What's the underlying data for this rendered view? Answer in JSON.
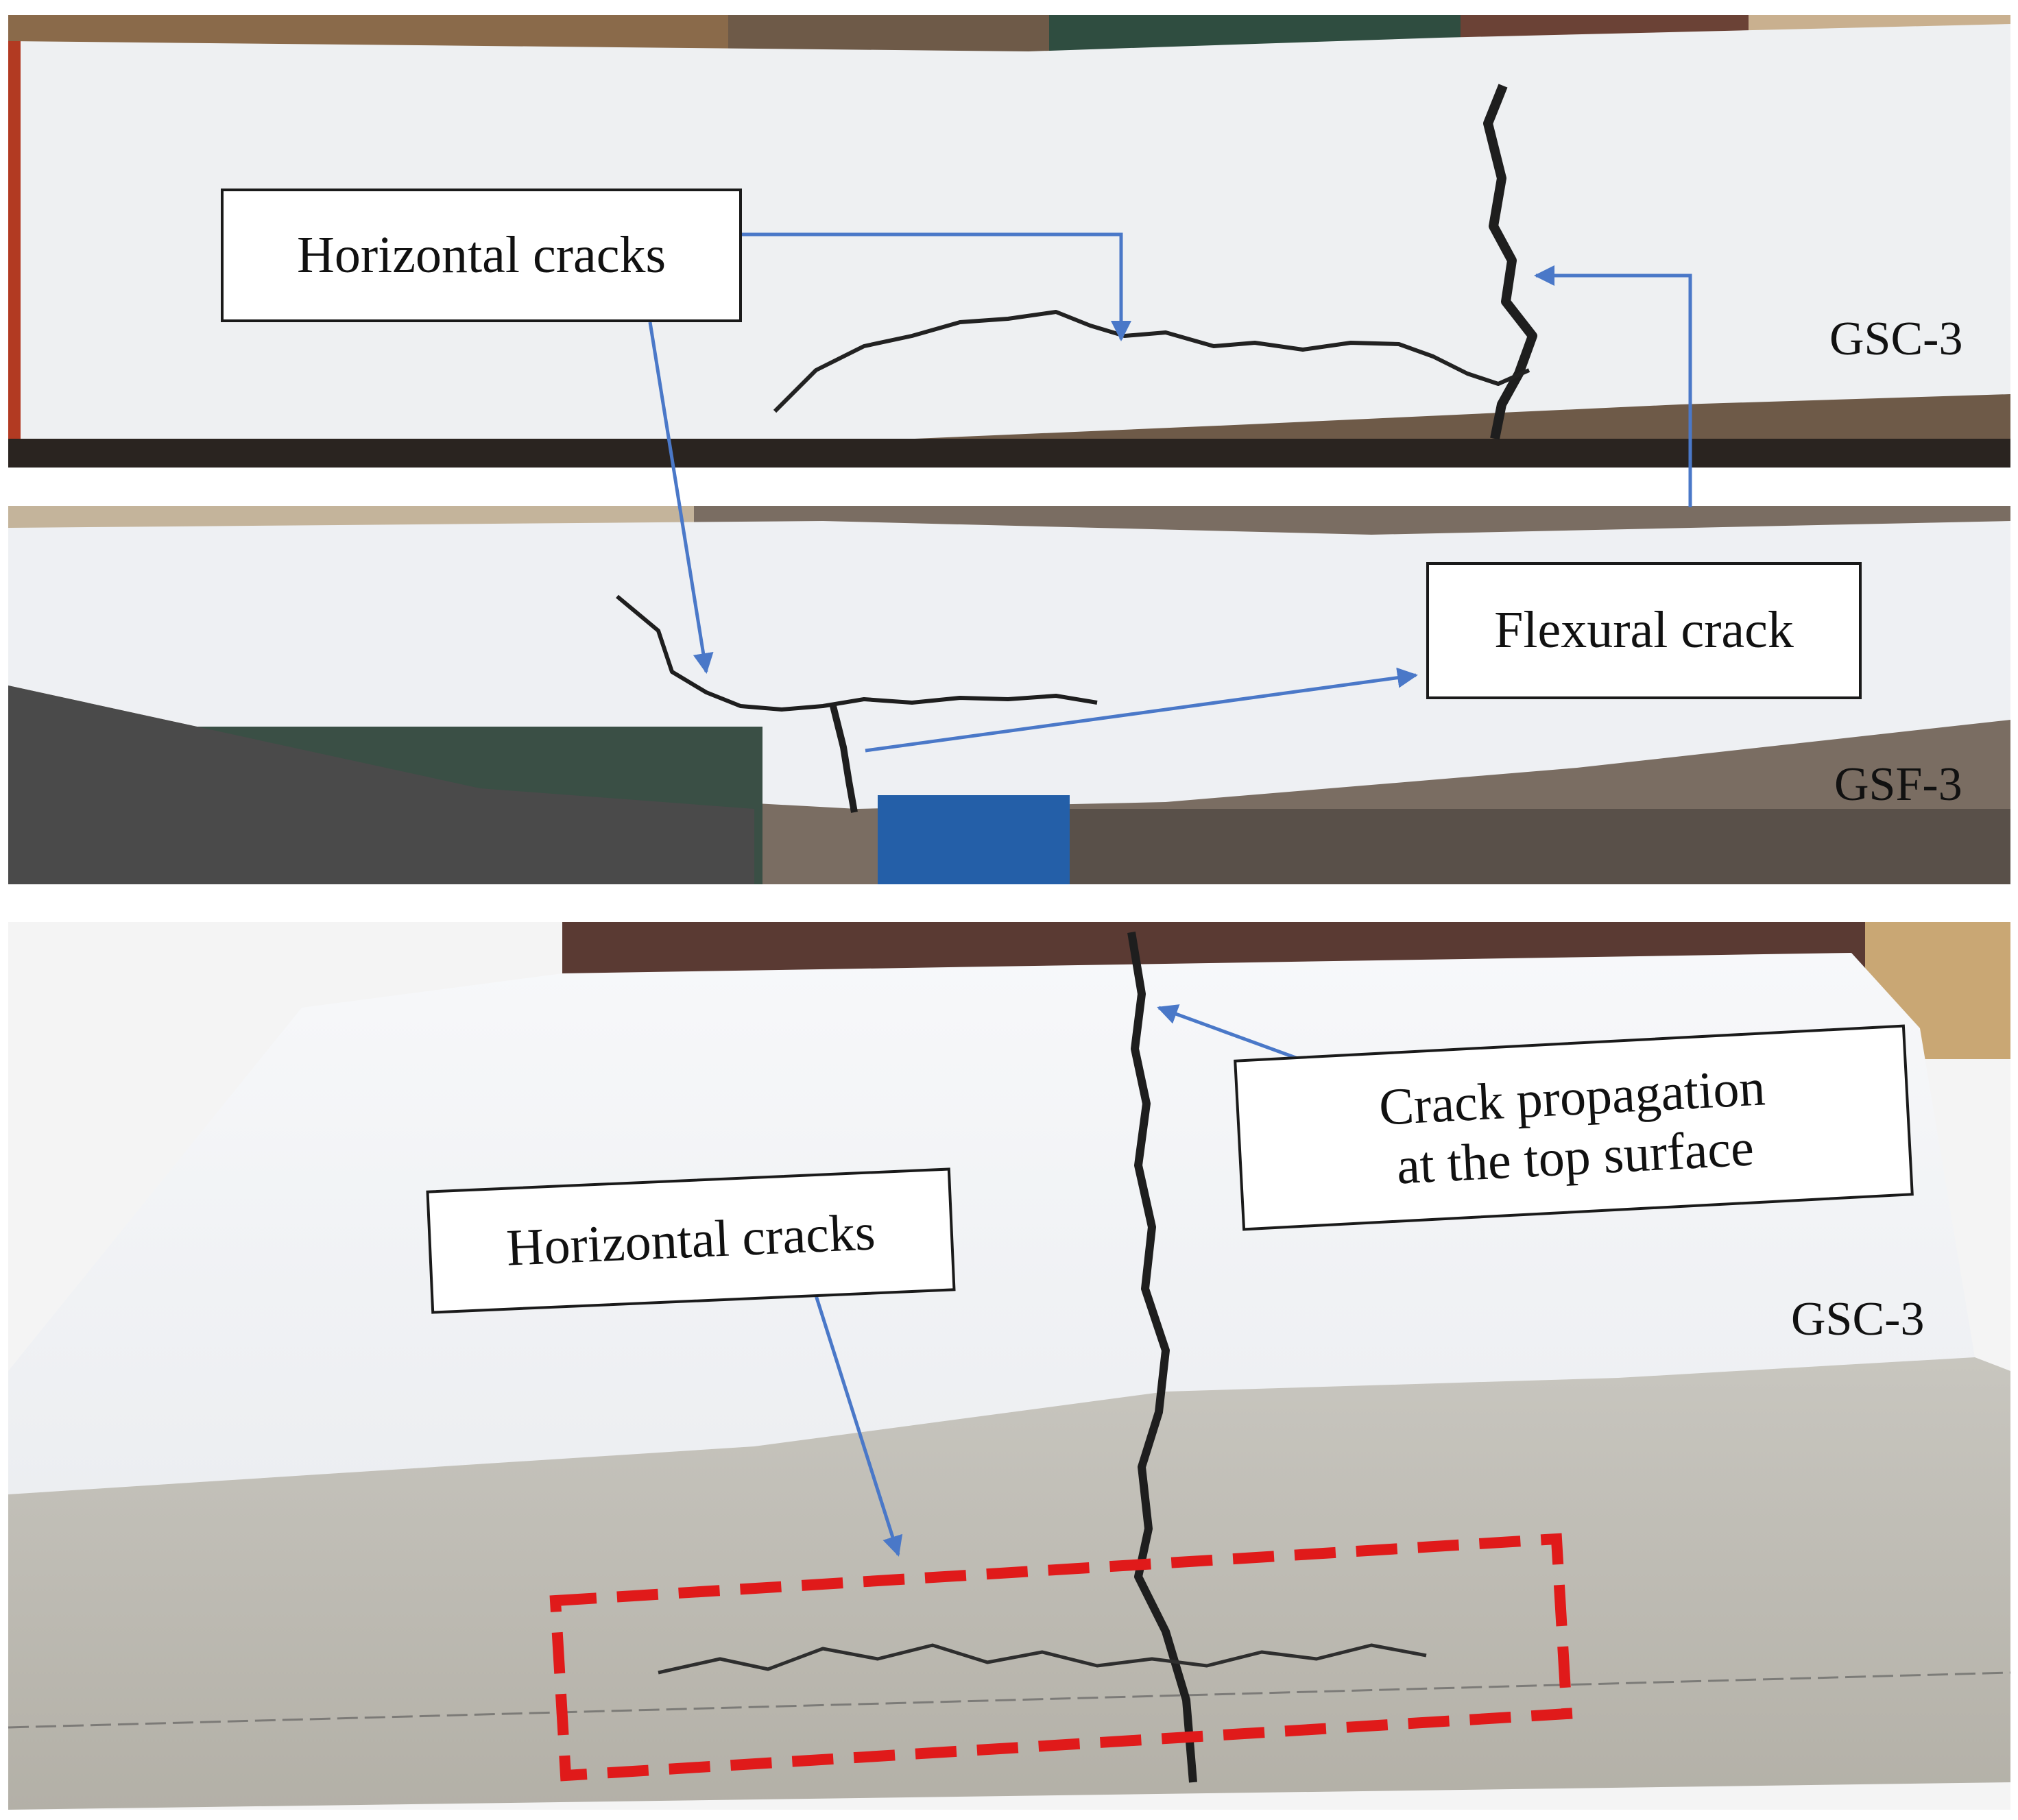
{
  "figure": {
    "panels": [
      {
        "specimen_label": "GSC-3",
        "annotations": [
          "Horizontal cracks"
        ]
      },
      {
        "specimen_label": "GSF-3",
        "annotations": [
          "Flexural crack"
        ]
      },
      {
        "specimen_label": "GSC-3",
        "annotations": [
          "Horizontal cracks",
          "Crack propagation at the top surface"
        ]
      }
    ]
  },
  "colors": {
    "arrow": "#4a78c8",
    "dashed_box": "#e01a1a",
    "beam_white": "#f2f3f5",
    "crack": "#1e1e1e"
  }
}
